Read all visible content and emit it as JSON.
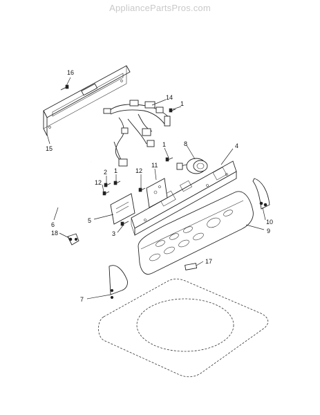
{
  "watermark": "AppliancePartsPros.com",
  "callouts": [
    "16",
    "14",
    "1",
    "15",
    "8",
    "4",
    "1",
    "2",
    "1",
    "12",
    "11",
    "12",
    "6",
    "5",
    "10",
    "9",
    "3",
    "18",
    "17",
    "7"
  ]
}
